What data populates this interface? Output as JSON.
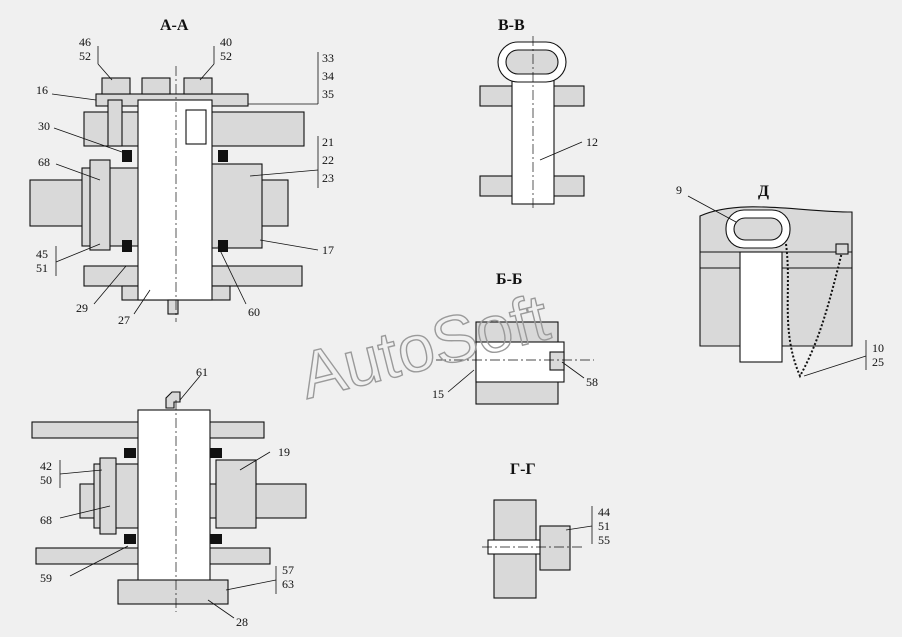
{
  "views": {
    "aa": "А-А",
    "bb": "Б-Б",
    "vv": "В-В",
    "gg": "Г-Г",
    "d": "Д"
  },
  "callouts": {
    "aa": [
      "46",
      "52",
      "40",
      "52",
      "33",
      "34",
      "35",
      "16",
      "30",
      "21",
      "22",
      "23",
      "68",
      "45",
      "51",
      "17",
      "29",
      "27",
      "60"
    ],
    "lower": [
      "61",
      "19",
      "42",
      "50",
      "68",
      "59",
      "57",
      "63",
      "28"
    ],
    "vv": [
      "12"
    ],
    "bb": [
      "15",
      "58"
    ],
    "gg": [
      "44",
      "51",
      "55"
    ],
    "d": [
      "9",
      "10",
      "25"
    ]
  },
  "watermark": "AutoSoft"
}
